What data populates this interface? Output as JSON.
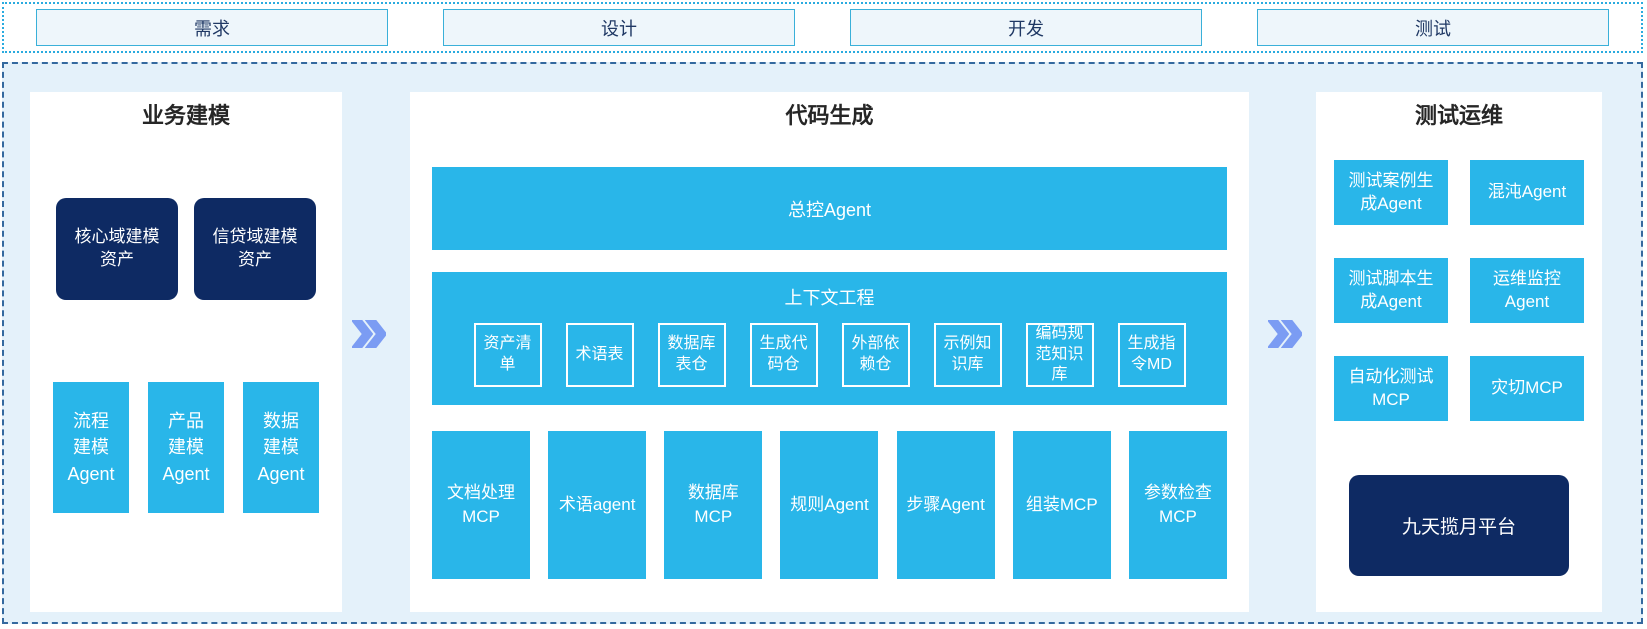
{
  "phases": {
    "requirements": "需求",
    "design": "设计",
    "development": "开发",
    "testing": "测试"
  },
  "panels": {
    "business": {
      "title": "业务建模",
      "assets": [
        "核心域建模资产",
        "信贷域建模资产"
      ],
      "agents": [
        "流程建模Agent",
        "产品建模Agent",
        "数据建模Agent"
      ]
    },
    "codegen": {
      "title": "代码生成",
      "master_agent": "总控Agent",
      "context": {
        "title": "上下文工程",
        "items": [
          "资产清单",
          "术语表",
          "数据库表仓",
          "生成代码仓",
          "外部依赖仓",
          "示例知识库",
          "编码规范知识库",
          "生成指令MD"
        ]
      },
      "tools": [
        "文档处理MCP",
        "术语agent",
        "数据库MCP",
        "规则Agent",
        "步骤Agent",
        "组装MCP",
        "参数检查MCP"
      ]
    },
    "testops": {
      "title": "测试运维",
      "boxes": [
        "测试案例生成Agent",
        "混沌Agent",
        "测试脚本生成Agent",
        "运维监控Agent",
        "自动化测试MCP",
        "灾切MCP"
      ],
      "platform": "九天揽月平台"
    }
  },
  "colors": {
    "cyan_box": "#29b6e9",
    "navy_box": "#0e2a63",
    "band_background": "#e4f1fa",
    "dashed_border": "#34699f",
    "dotted_border": "#2aabdf",
    "phase_box_fill": "#eef6fb",
    "phase_box_border": "#3ab0d9",
    "phase_text": "#1f3864",
    "arrow_blue": "#7b9cf3"
  }
}
